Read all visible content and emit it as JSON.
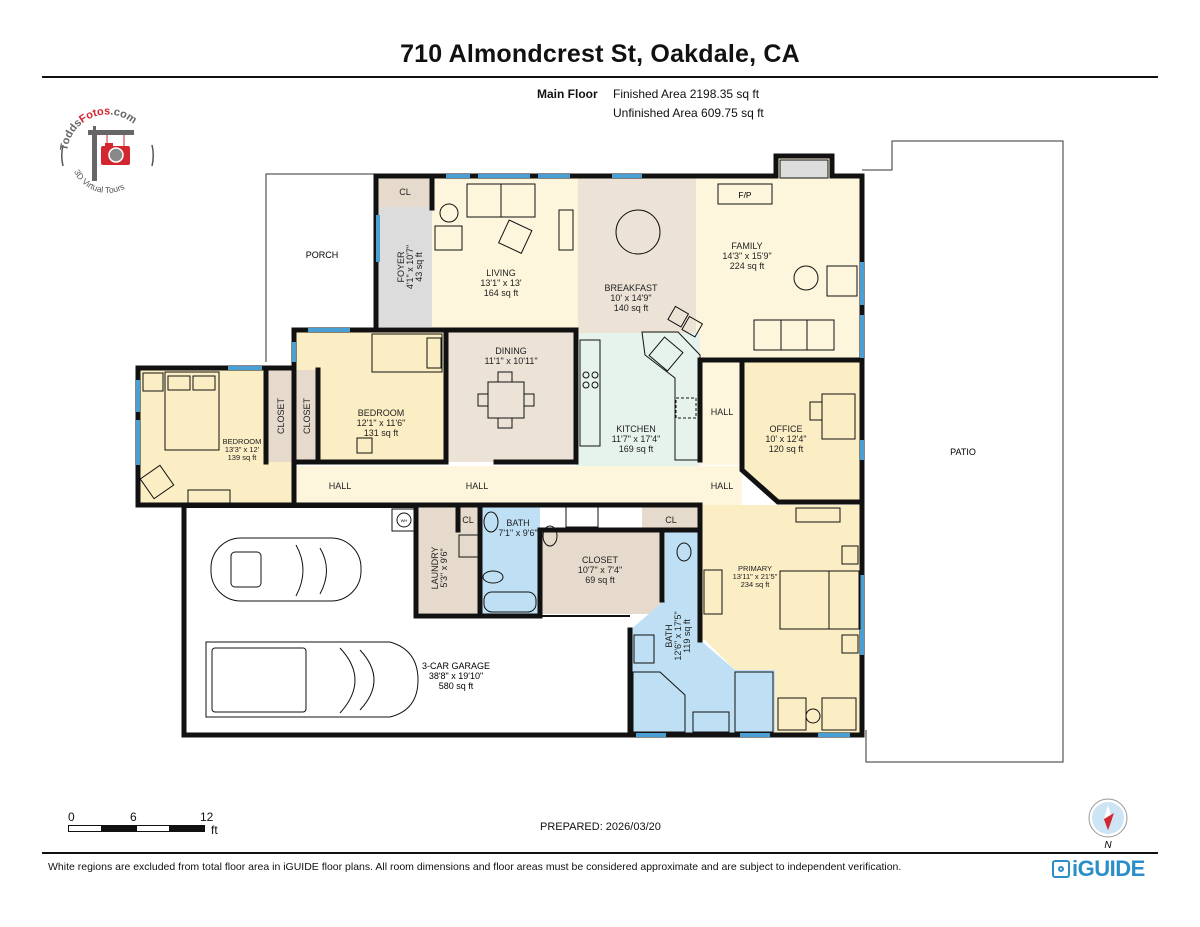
{
  "header": {
    "title": "710 Almondcrest St, Oakdale, CA",
    "floor_label": "Main Floor",
    "finished_area": "Finished Area 2198.35 sq ft",
    "unfinished_area": "Unfinished Area 609.75 sq ft"
  },
  "logo": {
    "brand_part1": "Todds",
    "brand_part2": "Fotos",
    "brand_part3": ".com",
    "tagline": "3D Virtual Tours",
    "icon": "camera-sign-icon"
  },
  "rooms": {
    "porch": {
      "name": "PORCH"
    },
    "closet_foyer": {
      "name": "CL"
    },
    "foyer": {
      "name": "FOYER",
      "dims": "4'1\" x 10'7\"",
      "area": "43 sq ft"
    },
    "living": {
      "name": "LIVING",
      "dims": "13'1\" x 13'",
      "area": "164 sq ft"
    },
    "breakfast": {
      "name": "BREAKFAST",
      "dims": "10' x 14'9\"",
      "area": "140 sq ft"
    },
    "family": {
      "name": "FAMILY",
      "dims": "14'3\" x 15'9\"",
      "area": "224 sq ft"
    },
    "fireplace": {
      "name": "F/P"
    },
    "bedroom2": {
      "name": "BEDROOM",
      "dims": "12'1\" x 11'6\"",
      "area": "131 sq ft"
    },
    "bedroom1": {
      "name": "BEDROOM",
      "dims": "13'3\" x 12'",
      "area": "139 sq ft"
    },
    "closet_a": {
      "name": "CLOSET"
    },
    "closet_b": {
      "name": "CLOSET"
    },
    "dining": {
      "name": "DINING",
      "dims": "11'1\" x 10'11\""
    },
    "kitchen": {
      "name": "KITCHEN",
      "dims": "11'7\" x 17'4\"",
      "area": "169 sq ft"
    },
    "hall_east_upper": {
      "name": "HALL"
    },
    "office": {
      "name": "OFFICE",
      "dims": "10' x 12'4\"",
      "area": "120 sq ft"
    },
    "hall_west": {
      "name": "HALL"
    },
    "hall_center": {
      "name": "HALL"
    },
    "hall_east_lower": {
      "name": "HALL"
    },
    "closet_laundry": {
      "name": "CL"
    },
    "bath_hall": {
      "name": "BATH",
      "dims": "7'1\" x 9'6\""
    },
    "closet_kitchen": {
      "name": "CL"
    },
    "laundry": {
      "name": "LAUNDRY",
      "dims": "5'3\" x 9'6\""
    },
    "closet_walkin": {
      "name": "CLOSET",
      "dims": "10'7\" x 7'4\"",
      "area": "69 sq ft"
    },
    "primary": {
      "name": "PRIMARY",
      "dims": "13'11\" x 21'5\"",
      "area": "234 sq ft"
    },
    "bath_primary": {
      "name": "BATH",
      "dims": "12'6\" x 17'5\"",
      "area": "119 sq ft"
    },
    "garage": {
      "name": "3-CAR GARAGE",
      "dims": "38'8\" x 19'10\"",
      "area": "580 sq ft"
    },
    "patio": {
      "name": "PATIO"
    },
    "water_heater": {
      "name": "WH"
    }
  },
  "scale_bar": {
    "ticks": [
      "0",
      "6",
      "12"
    ],
    "unit": "ft"
  },
  "prepared": "PREPARED: 2026/03/20",
  "compass": {
    "label": "N"
  },
  "footer": {
    "disclaimer": "White regions are excluded from total floor area in iGUIDE floor plans. All room dimensions and floor areas must be considered approximate and are subject to independent verification.",
    "brand": "iGUIDE"
  },
  "colors": {
    "living_fill": "#fdf5dc",
    "bedroom_fill": "#fbedc4",
    "breakfast_fill": "#ece2d6",
    "kitchen_fill": "#e6f2ec",
    "bath_fill": "#bfe0f4",
    "closet_fill": "#e6dacd",
    "foyer_fill": "#dcdcdc",
    "wall": "#111111",
    "window": "#4a9fd4",
    "brand_blue": "#2a8fc8",
    "brand_red": "#d22630"
  }
}
